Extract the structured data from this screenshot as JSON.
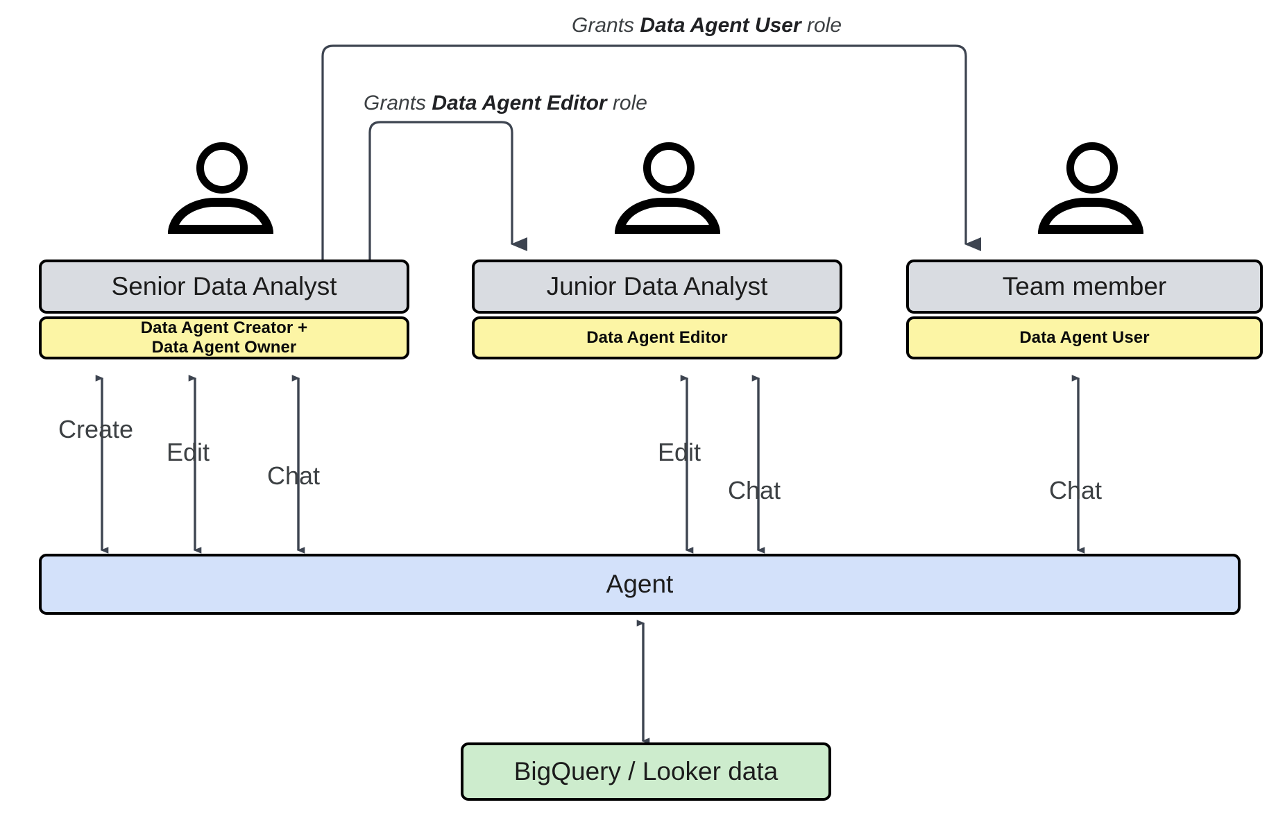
{
  "diagram": {
    "title": "Data Agent roles and permissions flow",
    "colors": {
      "title_chip": "#d9dce1",
      "role_chip": "#fcf5a5",
      "agent_bar": "#d3e1fa",
      "source_bar": "#cdeccd",
      "arrow": "#3d4450",
      "border": "#000000",
      "label_text": "#3c4043"
    }
  },
  "personas": [
    {
      "id": "senior-data-analyst",
      "title": "Senior Data Analyst",
      "role": "Data Agent Creator +\nData Agent Owner",
      "role_line1": "Data Agent Creator +",
      "role_line2": "Data Agent Owner",
      "icon": "person-icon"
    },
    {
      "id": "junior-data-analyst",
      "title": "Junior Data Analyst",
      "role": "Data Agent Editor",
      "role_line1": "Data Agent Editor",
      "role_line2": "",
      "icon": "person-icon"
    },
    {
      "id": "team-member",
      "title": "Team member",
      "role": "Data Agent User",
      "role_line1": "Data Agent User",
      "role_line2": "",
      "icon": "person-icon"
    }
  ],
  "grants": [
    {
      "id": "grant-data-agent-user",
      "prefix": "Grants ",
      "role": "Data Agent User",
      "suffix": " role",
      "from": "senior-data-analyst",
      "to": "team-member"
    },
    {
      "id": "grant-data-agent-editor",
      "prefix": "Grants ",
      "role": "Data Agent Editor",
      "suffix": " role",
      "from": "senior-data-analyst",
      "to": "junior-data-analyst"
    }
  ],
  "actions": [
    {
      "id": "action-create-senior",
      "label": "Create",
      "persona": "senior-data-analyst"
    },
    {
      "id": "action-edit-senior",
      "label": "Edit",
      "persona": "senior-data-analyst"
    },
    {
      "id": "action-chat-senior",
      "label": "Chat",
      "persona": "senior-data-analyst"
    },
    {
      "id": "action-edit-junior",
      "label": "Edit",
      "persona": "junior-data-analyst"
    },
    {
      "id": "action-chat-junior",
      "label": "Chat",
      "persona": "junior-data-analyst"
    },
    {
      "id": "action-chat-team",
      "label": "Chat",
      "persona": "team-member"
    }
  ],
  "nodes": {
    "agent": {
      "label": "Agent"
    },
    "source": {
      "label": "BigQuery / Looker data"
    }
  }
}
